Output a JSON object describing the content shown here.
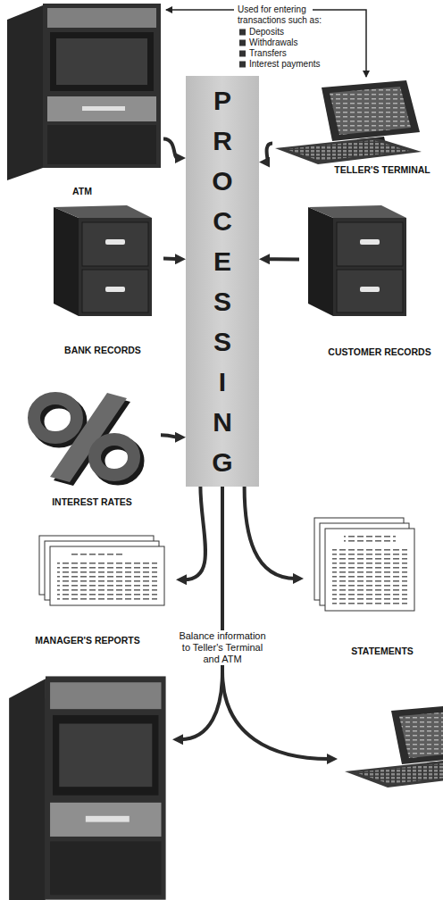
{
  "diagram": {
    "nodes": [
      {
        "text": [
          "ATM"
        ]
      },
      {
        "text": [
          "TELLER'S TERMINAL"
        ]
      },
      {
        "text": [
          "PROCESSING"
        ]
      },
      {
        "text": [
          "BANK RECORDS"
        ]
      },
      {
        "text": [
          "CUSTOMER RECORDS"
        ]
      },
      {
        "text": [
          "INTEREST RATES"
        ]
      },
      {
        "text": [
          "MANAGER'S REPORTS"
        ]
      },
      {
        "text": [
          "STATEMENTS"
        ]
      },
      {
        "text": []
      },
      {
        "text": []
      }
    ],
    "edges": [
      {
        "from": 0,
        "to": 2,
        "arrow": "to"
      },
      {
        "from": 1,
        "to": 2,
        "arrow": "to"
      },
      {
        "from": 3,
        "to": 2,
        "arrow": "to"
      },
      {
        "from": 4,
        "to": 2,
        "arrow": "to"
      },
      {
        "from": 5,
        "to": 2,
        "arrow": "to"
      },
      {
        "from": 2,
        "to": 6,
        "arrow": "to"
      },
      {
        "from": 2,
        "to": 7,
        "arrow": "to"
      },
      {
        "from": 2,
        "to": 8,
        "label": "Balance information to Teller's Terminal and ATM",
        "arrow": "to"
      },
      {
        "from": 2,
        "to": 9,
        "arrow": "to"
      }
    ],
    "labels": [
      "Used for entering transactions such as:",
      "Deposits",
      "Withdrawals",
      "Transfers",
      "Interest payments"
    ]
  }
}
